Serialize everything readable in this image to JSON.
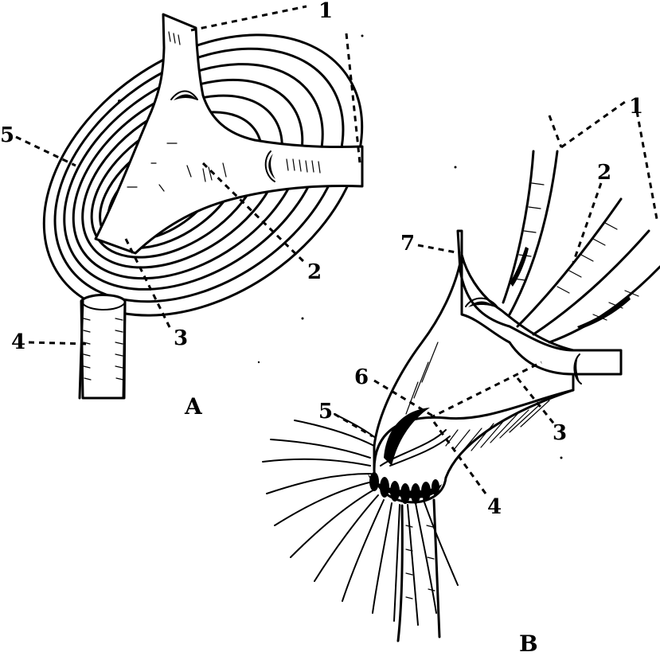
{
  "figure": {
    "panel_a": {
      "caption": "A",
      "labels": {
        "l1": "1",
        "l2": "2",
        "l3": "3",
        "l4": "4",
        "l5": "5"
      }
    },
    "panel_b": {
      "caption": "B",
      "labels": {
        "l1": "1",
        "l2": "2",
        "l3": "3",
        "l4": "4",
        "l5": "5",
        "l6": "6",
        "l7": "7"
      }
    }
  }
}
